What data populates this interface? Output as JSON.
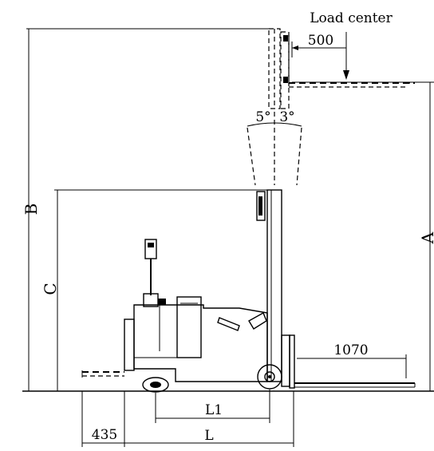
{
  "labels": {
    "load_center": "Load center",
    "load_center_dist": "500",
    "tilt_forward": "5°",
    "tilt_backward": "3°",
    "dim_b": "B",
    "dim_c": "C",
    "dim_a": "A",
    "fork_length": "1070",
    "dim_l1": "L1",
    "dim_435": "435",
    "dim_l": "L"
  }
}
